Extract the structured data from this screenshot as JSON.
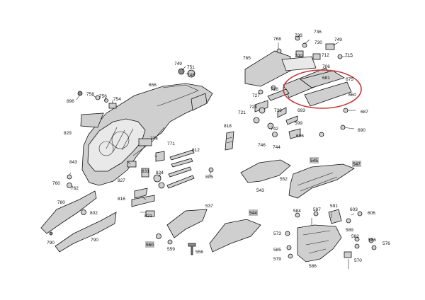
{
  "diagram": {
    "highlight_color": "#c43a3a",
    "part_numbers": {
      "p768": "768",
      "p733": "733",
      "p736": "736",
      "p749a": "749",
      "p730": "730",
      "p765": "765",
      "p700": "700",
      "p712": "712",
      "p715": "715",
      "p706": "706",
      "p681": "681",
      "p675": "675",
      "p660": "660",
      "p687": "687",
      "p690": "690",
      "p727": "727",
      "p718": "718",
      "p724": "724",
      "p739": "739",
      "p693": "693",
      "p721": "721",
      "p599": "599",
      "p696": "696",
      "p742": "742",
      "p746": "746",
      "p744": "744",
      "p749b": "749",
      "p751": "751",
      "p748": "748",
      "p656": "656",
      "p758": "758",
      "p756": "756",
      "p754": "754",
      "p896": "896",
      "p829": "829",
      "p818": "818",
      "p812": "812",
      "p771": "771",
      "p774": "774",
      "p843": "843",
      "p831": "831",
      "p824": "824",
      "p827": "827",
      "p760": "760",
      "p762": "762",
      "p805": "805",
      "p816": "816",
      "p821": "821",
      "p780": "780",
      "p802": "802",
      "p790a": "790",
      "p790b": "790",
      "p545": "545",
      "p547": "547",
      "p552": "552",
      "p543": "543",
      "p537": "537",
      "p544": "544",
      "p560": "560",
      "p559": "559",
      "p556": "556",
      "p584": "584",
      "p587": "587",
      "p591": "591",
      "p603": "603",
      "p606": "606",
      "p573": "573",
      "p589": "589",
      "p582": "582",
      "p586": "586",
      "p576": "576",
      "p585": "585",
      "p579": "579",
      "p570": "570",
      "p586b": "586"
    }
  }
}
